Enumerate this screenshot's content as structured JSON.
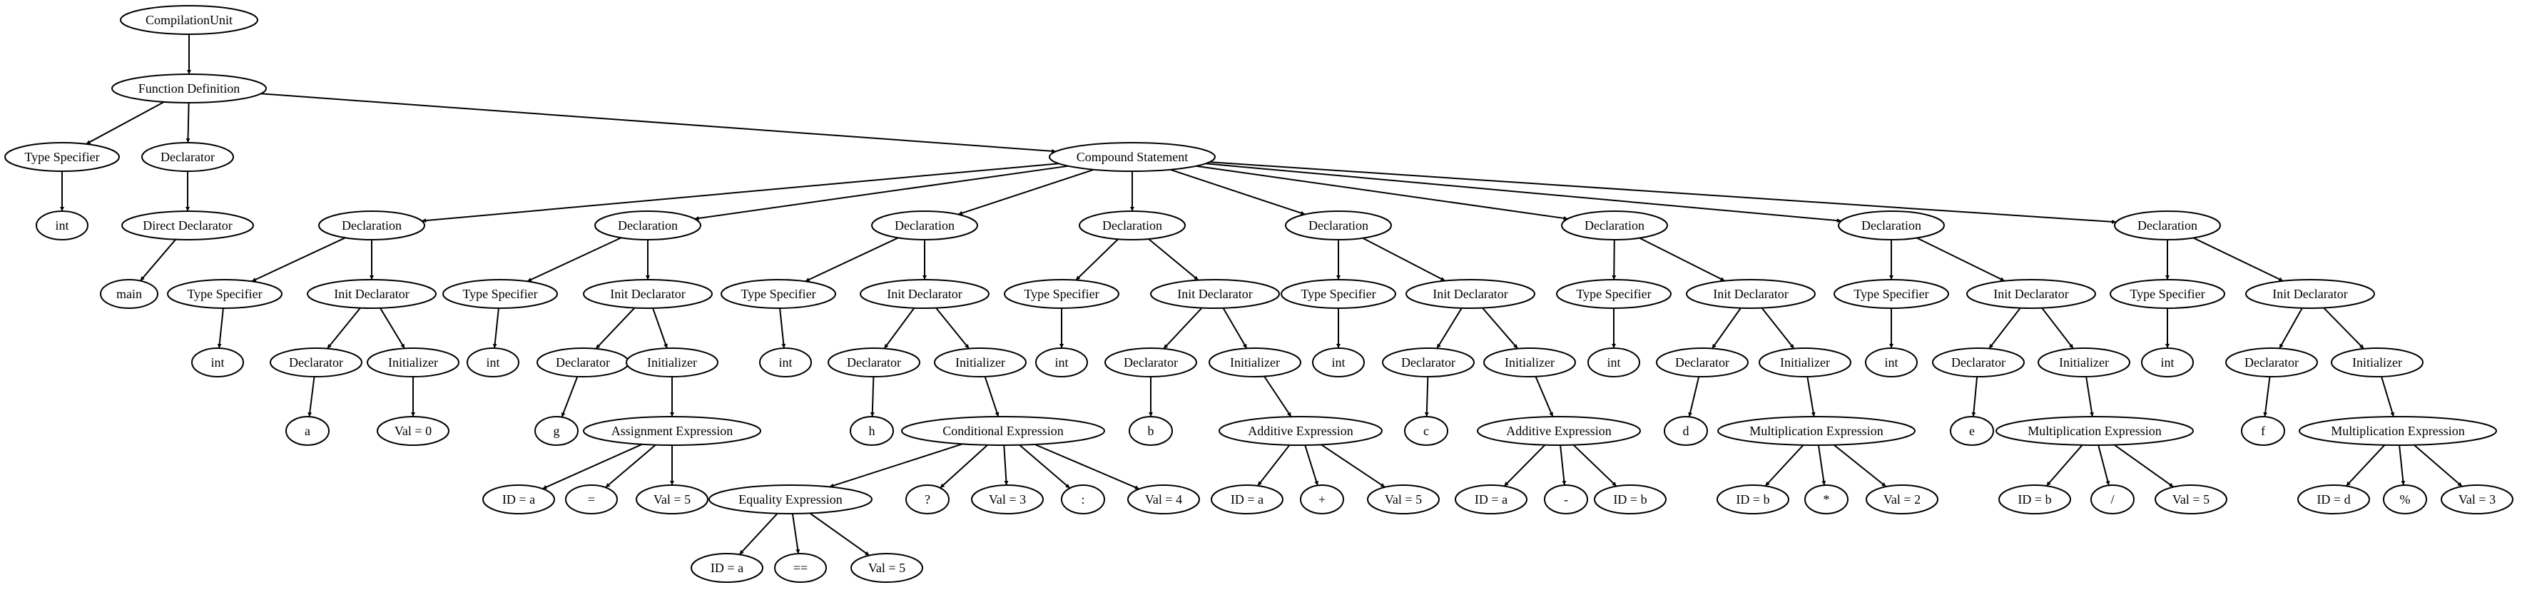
{
  "nodes": [
    {
      "id": "cu",
      "label": "CompilationUnit"
    },
    {
      "id": "fd",
      "label": "Function Definition"
    },
    {
      "id": "ts0",
      "label": "Type Specifier"
    },
    {
      "id": "int0",
      "label": "int"
    },
    {
      "id": "decl0",
      "label": "Declarator"
    },
    {
      "id": "dd0",
      "label": "Direct Declarator"
    },
    {
      "id": "main",
      "label": "main"
    },
    {
      "id": "cs",
      "label": "Compound Statement"
    },
    {
      "id": "d1",
      "label": "Declaration"
    },
    {
      "id": "d1ts",
      "label": "Type Specifier"
    },
    {
      "id": "d1int",
      "label": "int"
    },
    {
      "id": "d1id",
      "label": "Init Declarator"
    },
    {
      "id": "d1dec",
      "label": "Declarator"
    },
    {
      "id": "d1a",
      "label": "a"
    },
    {
      "id": "d1ini",
      "label": "Initializer"
    },
    {
      "id": "d1v",
      "label": "Val = 0"
    },
    {
      "id": "d2",
      "label": "Declaration"
    },
    {
      "id": "d2ts",
      "label": "Type Specifier"
    },
    {
      "id": "d2int",
      "label": "int"
    },
    {
      "id": "d2id",
      "label": "Init Declarator"
    },
    {
      "id": "d2dec",
      "label": "Declarator"
    },
    {
      "id": "d2g",
      "label": "g"
    },
    {
      "id": "d2ini",
      "label": "Initializer"
    },
    {
      "id": "d2ae",
      "label": "Assignment Expression"
    },
    {
      "id": "d2ida",
      "label": "ID = a"
    },
    {
      "id": "d2eq",
      "label": "="
    },
    {
      "id": "d2v5",
      "label": "Val = 5"
    },
    {
      "id": "d3",
      "label": "Declaration"
    },
    {
      "id": "d3ts",
      "label": "Type Specifier"
    },
    {
      "id": "d3int",
      "label": "int"
    },
    {
      "id": "d3id",
      "label": "Init Declarator"
    },
    {
      "id": "d3dec",
      "label": "Declarator"
    },
    {
      "id": "d3h",
      "label": "h"
    },
    {
      "id": "d3ini",
      "label": "Initializer"
    },
    {
      "id": "d3ce",
      "label": "Conditional Expression"
    },
    {
      "id": "d3ee",
      "label": "Equality Expression"
    },
    {
      "id": "d3eida",
      "label": "ID = a"
    },
    {
      "id": "d3eqeq",
      "label": "=="
    },
    {
      "id": "d3ev5",
      "label": "Val = 5"
    },
    {
      "id": "d3q",
      "label": "?"
    },
    {
      "id": "d3v3",
      "label": "Val = 3"
    },
    {
      "id": "d3col",
      "label": ":"
    },
    {
      "id": "d3v4",
      "label": "Val = 4"
    },
    {
      "id": "d4",
      "label": "Declaration"
    },
    {
      "id": "d4ts",
      "label": "Type Specifier"
    },
    {
      "id": "d4int",
      "label": "int"
    },
    {
      "id": "d4id",
      "label": "Init Declarator"
    },
    {
      "id": "d4dec",
      "label": "Declarator"
    },
    {
      "id": "d4b",
      "label": "b"
    },
    {
      "id": "d4ini",
      "label": "Initializer"
    },
    {
      "id": "d4ae",
      "label": "Additive Expression"
    },
    {
      "id": "d4ida",
      "label": "ID = a"
    },
    {
      "id": "d4plus",
      "label": "+"
    },
    {
      "id": "d4v5",
      "label": "Val = 5"
    },
    {
      "id": "d5",
      "label": "Declaration"
    },
    {
      "id": "d5ts",
      "label": "Type Specifier"
    },
    {
      "id": "d5int",
      "label": "int"
    },
    {
      "id": "d5id",
      "label": "Init Declarator"
    },
    {
      "id": "d5dec",
      "label": "Declarator"
    },
    {
      "id": "d5c",
      "label": "c"
    },
    {
      "id": "d5ini",
      "label": "Initializer"
    },
    {
      "id": "d5ae",
      "label": "Additive Expression"
    },
    {
      "id": "d5ida",
      "label": "ID = a"
    },
    {
      "id": "d5minus",
      "label": "-"
    },
    {
      "id": "d5idb",
      "label": "ID = b"
    },
    {
      "id": "d6",
      "label": "Declaration"
    },
    {
      "id": "d6ts",
      "label": "Type Specifier"
    },
    {
      "id": "d6int",
      "label": "int"
    },
    {
      "id": "d6id",
      "label": "Init Declarator"
    },
    {
      "id": "d6dec",
      "label": "Declarator"
    },
    {
      "id": "d6d",
      "label": "d"
    },
    {
      "id": "d6ini",
      "label": "Initializer"
    },
    {
      "id": "d6me",
      "label": "Multiplication Expression"
    },
    {
      "id": "d6idb",
      "label": "ID = b"
    },
    {
      "id": "d6star",
      "label": "*"
    },
    {
      "id": "d6v2",
      "label": "Val = 2"
    },
    {
      "id": "d7",
      "label": "Declaration"
    },
    {
      "id": "d7ts",
      "label": "Type Specifier"
    },
    {
      "id": "d7int",
      "label": "int"
    },
    {
      "id": "d7id",
      "label": "Init Declarator"
    },
    {
      "id": "d7dec",
      "label": "Declarator"
    },
    {
      "id": "d7e",
      "label": "e"
    },
    {
      "id": "d7ini",
      "label": "Initializer"
    },
    {
      "id": "d7me",
      "label": "Multiplication Expression"
    },
    {
      "id": "d7idb",
      "label": "ID = b"
    },
    {
      "id": "d7slash",
      "label": "/"
    },
    {
      "id": "d7v5",
      "label": "Val = 5"
    },
    {
      "id": "d8",
      "label": "Declaration"
    },
    {
      "id": "d8ts",
      "label": "Type Specifier"
    },
    {
      "id": "d8int",
      "label": "int"
    },
    {
      "id": "d8id",
      "label": "Init Declarator"
    },
    {
      "id": "d8dec",
      "label": "Declarator"
    },
    {
      "id": "d8f",
      "label": "f"
    },
    {
      "id": "d8ini",
      "label": "Initializer"
    },
    {
      "id": "d8me",
      "label": "Multiplication Expression"
    },
    {
      "id": "d8idd",
      "label": "ID = d"
    },
    {
      "id": "d8pct",
      "label": "%"
    },
    {
      "id": "d8v3",
      "label": "Val = 3"
    }
  ],
  "edges": [
    [
      "cu",
      "fd"
    ],
    [
      "fd",
      "ts0"
    ],
    [
      "fd",
      "decl0"
    ],
    [
      "fd",
      "cs"
    ],
    [
      "ts0",
      "int0"
    ],
    [
      "decl0",
      "dd0"
    ],
    [
      "dd0",
      "main"
    ],
    [
      "cs",
      "d1"
    ],
    [
      "cs",
      "d2"
    ],
    [
      "cs",
      "d3"
    ],
    [
      "cs",
      "d4"
    ],
    [
      "cs",
      "d5"
    ],
    [
      "cs",
      "d6"
    ],
    [
      "cs",
      "d7"
    ],
    [
      "cs",
      "d8"
    ],
    [
      "d1",
      "d1ts"
    ],
    [
      "d1",
      "d1id"
    ],
    [
      "d1ts",
      "d1int"
    ],
    [
      "d1id",
      "d1dec"
    ],
    [
      "d1id",
      "d1ini"
    ],
    [
      "d1dec",
      "d1a"
    ],
    [
      "d1ini",
      "d1v"
    ],
    [
      "d2",
      "d2ts"
    ],
    [
      "d2",
      "d2id"
    ],
    [
      "d2ts",
      "d2int"
    ],
    [
      "d2id",
      "d2dec"
    ],
    [
      "d2id",
      "d2ini"
    ],
    [
      "d2dec",
      "d2g"
    ],
    [
      "d2ini",
      "d2ae"
    ],
    [
      "d2ae",
      "d2ida"
    ],
    [
      "d2ae",
      "d2eq"
    ],
    [
      "d2ae",
      "d2v5"
    ],
    [
      "d3",
      "d3ts"
    ],
    [
      "d3",
      "d3id"
    ],
    [
      "d3ts",
      "d3int"
    ],
    [
      "d3id",
      "d3dec"
    ],
    [
      "d3id",
      "d3ini"
    ],
    [
      "d3dec",
      "d3h"
    ],
    [
      "d3ini",
      "d3ce"
    ],
    [
      "d3ce",
      "d3ee"
    ],
    [
      "d3ce",
      "d3q"
    ],
    [
      "d3ce",
      "d3v3"
    ],
    [
      "d3ce",
      "d3col"
    ],
    [
      "d3ce",
      "d3v4"
    ],
    [
      "d3ee",
      "d3eida"
    ],
    [
      "d3ee",
      "d3eqeq"
    ],
    [
      "d3ee",
      "d3ev5"
    ],
    [
      "d4",
      "d4ts"
    ],
    [
      "d4",
      "d4id"
    ],
    [
      "d4ts",
      "d4int"
    ],
    [
      "d4id",
      "d4dec"
    ],
    [
      "d4id",
      "d4ini"
    ],
    [
      "d4dec",
      "d4b"
    ],
    [
      "d4ini",
      "d4ae"
    ],
    [
      "d4ae",
      "d4ida"
    ],
    [
      "d4ae",
      "d4plus"
    ],
    [
      "d4ae",
      "d4v5"
    ],
    [
      "d5",
      "d5ts"
    ],
    [
      "d5",
      "d5id"
    ],
    [
      "d5ts",
      "d5int"
    ],
    [
      "d5id",
      "d5dec"
    ],
    [
      "d5id",
      "d5ini"
    ],
    [
      "d5dec",
      "d5c"
    ],
    [
      "d5ini",
      "d5ae"
    ],
    [
      "d5ae",
      "d5ida"
    ],
    [
      "d5ae",
      "d5minus"
    ],
    [
      "d5ae",
      "d5idb"
    ],
    [
      "d6",
      "d6ts"
    ],
    [
      "d6",
      "d6id"
    ],
    [
      "d6ts",
      "d6int"
    ],
    [
      "d6id",
      "d6dec"
    ],
    [
      "d6id",
      "d6ini"
    ],
    [
      "d6dec",
      "d6d"
    ],
    [
      "d6ini",
      "d6me"
    ],
    [
      "d6me",
      "d6idb"
    ],
    [
      "d6me",
      "d6star"
    ],
    [
      "d6me",
      "d6v2"
    ],
    [
      "d7",
      "d7ts"
    ],
    [
      "d7",
      "d7id"
    ],
    [
      "d7ts",
      "d7int"
    ],
    [
      "d7id",
      "d7dec"
    ],
    [
      "d7id",
      "d7ini"
    ],
    [
      "d7dec",
      "d7e"
    ],
    [
      "d7ini",
      "d7me"
    ],
    [
      "d7me",
      "d7idb"
    ],
    [
      "d7me",
      "d7slash"
    ],
    [
      "d7me",
      "d7v5"
    ],
    [
      "d8",
      "d8ts"
    ],
    [
      "d8",
      "d8id"
    ],
    [
      "d8ts",
      "d8int"
    ],
    [
      "d8id",
      "d8dec"
    ],
    [
      "d8id",
      "d8ini"
    ],
    [
      "d8dec",
      "d8f"
    ],
    [
      "d8ini",
      "d8me"
    ],
    [
      "d8me",
      "d8idd"
    ],
    [
      "d8me",
      "d8pct"
    ],
    [
      "d8me",
      "d8v3"
    ]
  ]
}
